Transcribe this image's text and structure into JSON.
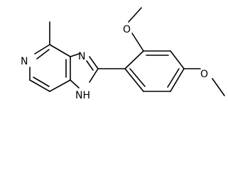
{
  "structure": {
    "atoms": {
      "pyridine_n": "N",
      "imidazole_n": "N",
      "nh": "NH",
      "ortho_o": "O",
      "para_o": "O"
    },
    "colors": {
      "bond": "#000000",
      "label": "#000000",
      "background": "#ffffff"
    }
  }
}
